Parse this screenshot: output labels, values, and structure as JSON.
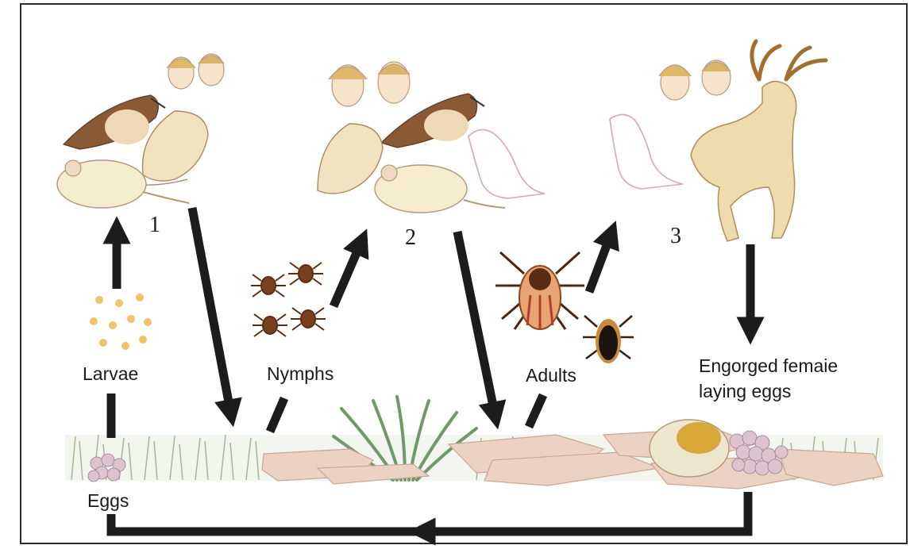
{
  "stages": {
    "larvae": "Larvae",
    "nymphs": "Nymphs",
    "adults": "Adults",
    "engorged_line1": "Engorged femaie",
    "engorged_line2": "laying eggs",
    "eggs": "Eggs"
  },
  "hosts": {
    "h1": "1",
    "h2": "2",
    "h3": "3"
  },
  "colors": {
    "arrow": "#1c1c1c",
    "frame": "#2a2a2a",
    "grass": "#8fae86",
    "leaf_litter": "#e9cdbd",
    "animal_fill": "#f6ecd0",
    "bird": "#8a5a34",
    "deer": "#efdcae",
    "tick_body": "#7a3f1e",
    "egg": "#d8b9c8"
  }
}
